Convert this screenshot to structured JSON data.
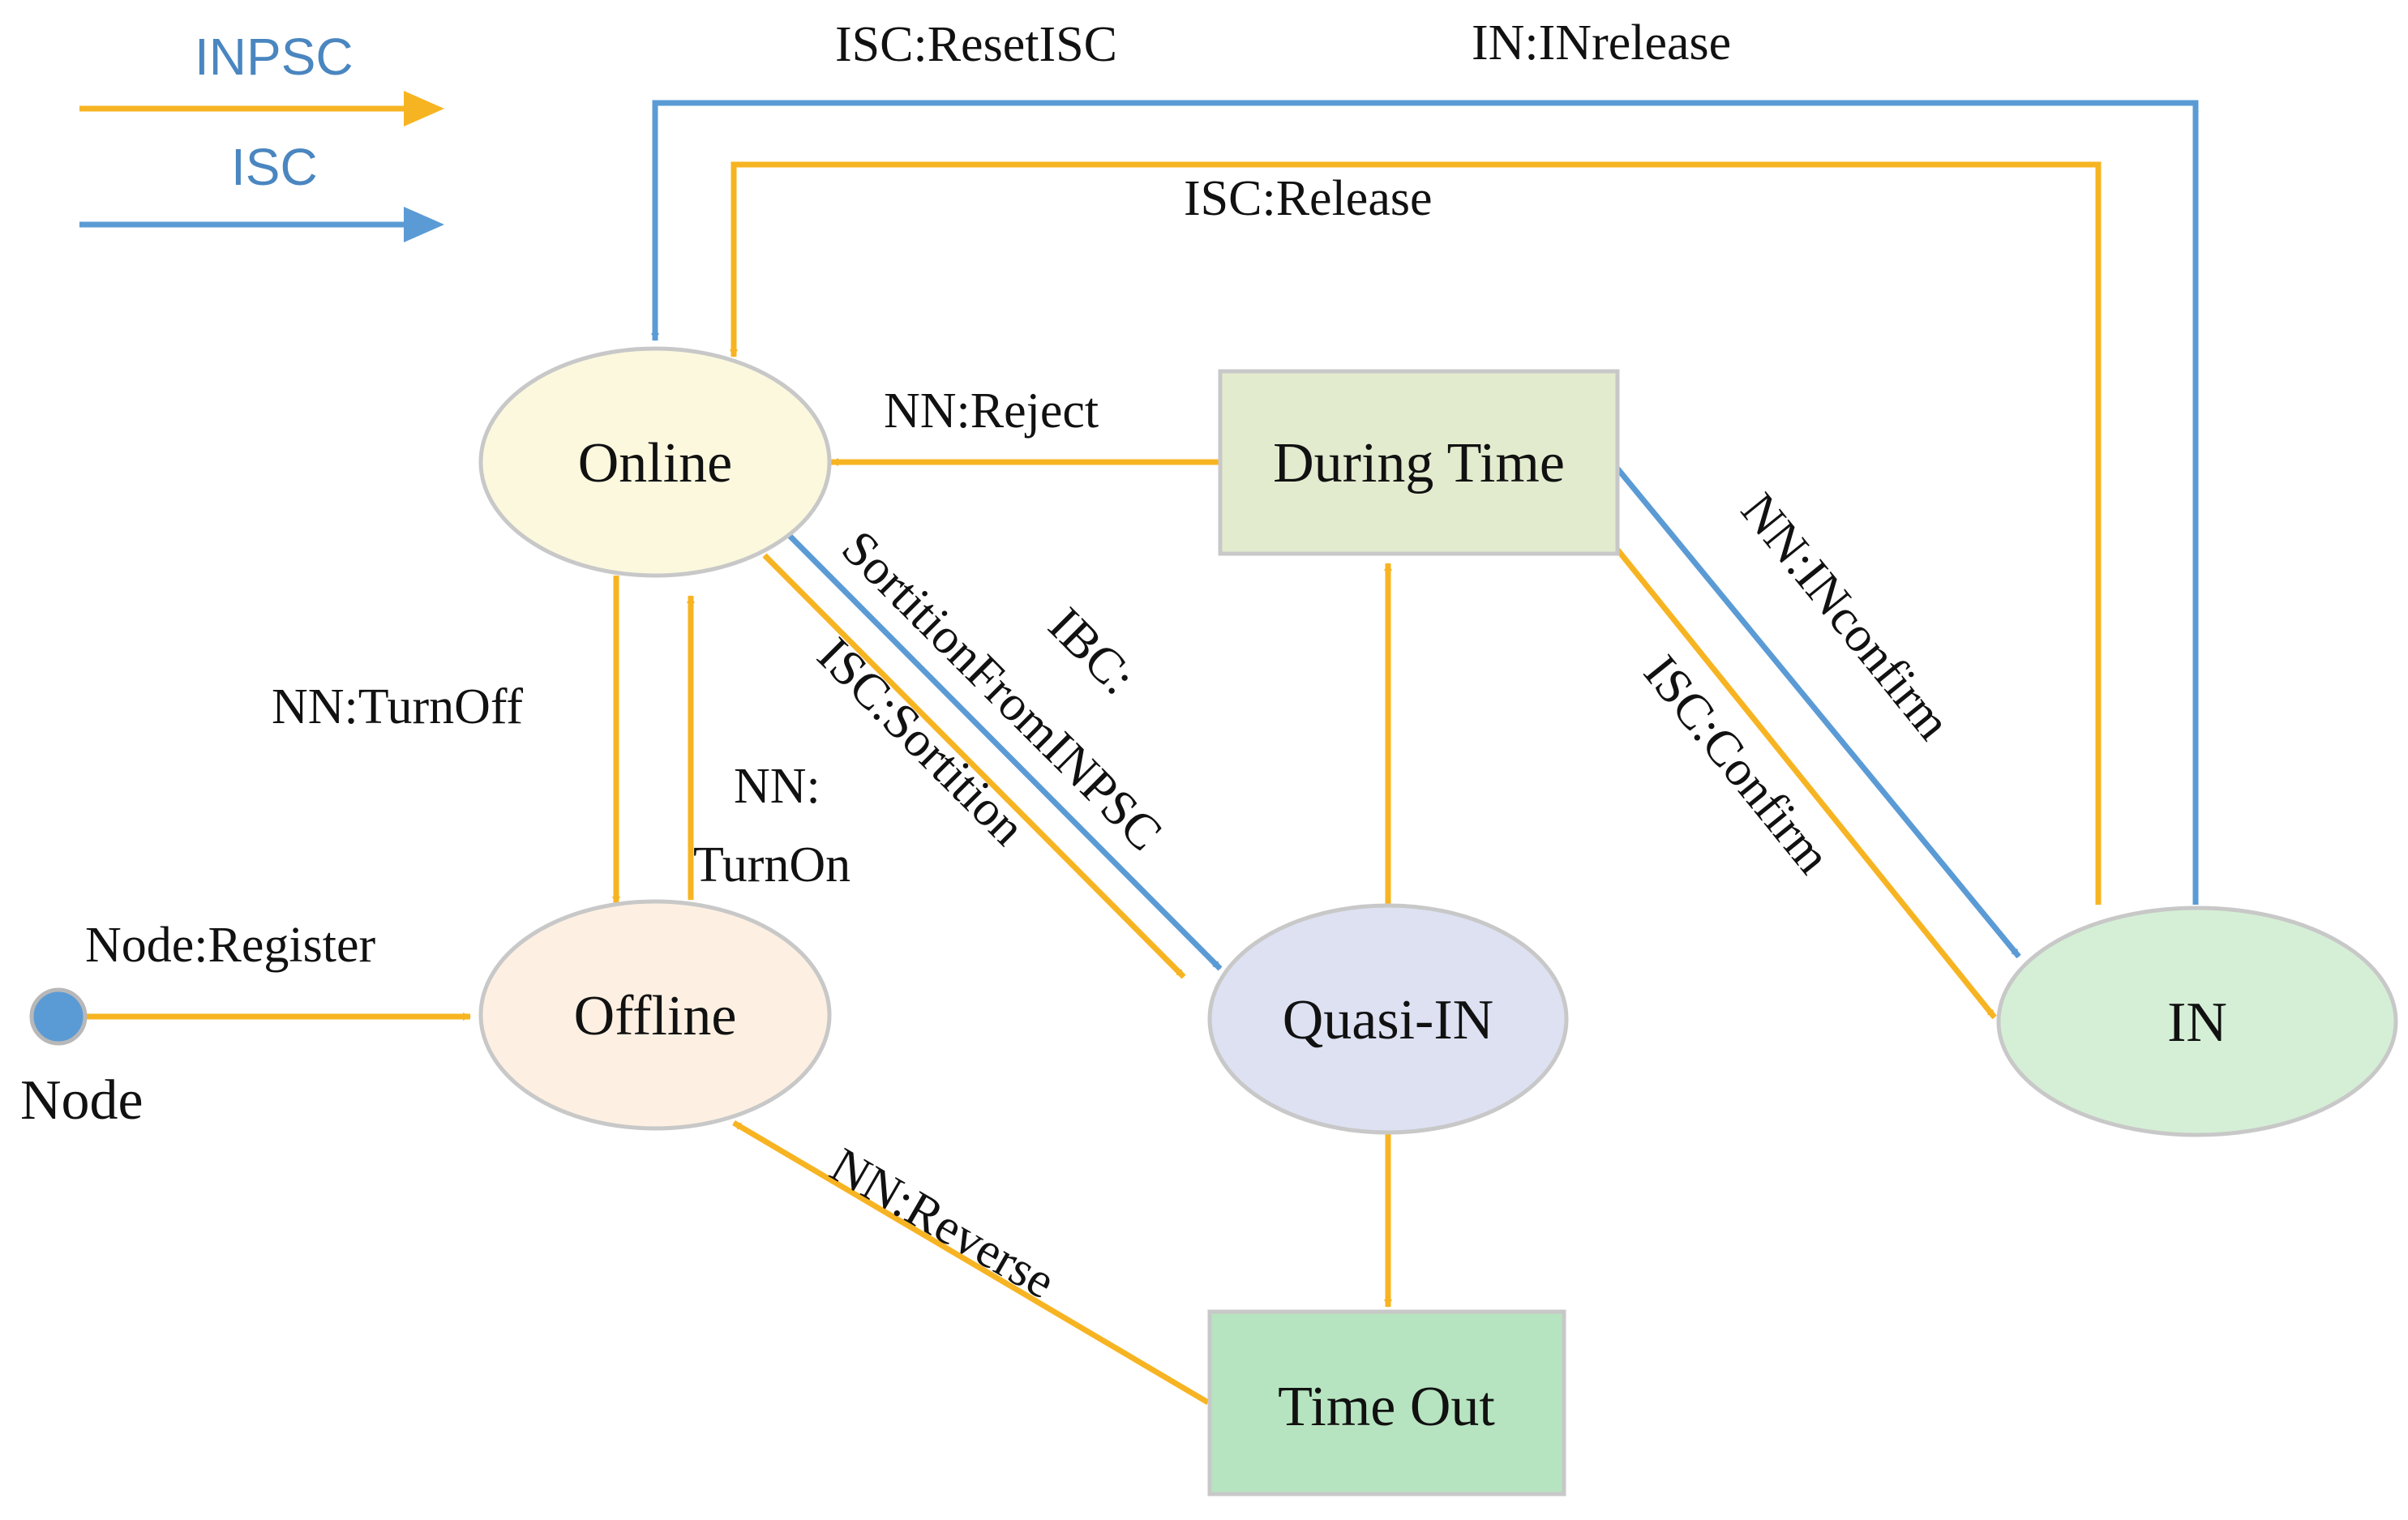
{
  "colors": {
    "inpsc": "#F7B422",
    "isc": "#5B9BD5",
    "legend_text": "#4A86C0",
    "online_fill": "#FBF8DE",
    "offline_fill": "#FDF0E2",
    "quasi_fill": "#DDE1F2",
    "in_fill": "#D5EFD6",
    "during_fill": "#E3EBCF",
    "timeout_fill": "#B7E4C0",
    "node_border": "#C8C8C8",
    "start_dot": "#5B9BD5"
  },
  "legend": [
    {
      "label": "INPSC",
      "color_key": "inpsc"
    },
    {
      "label": "ISC",
      "color_key": "isc"
    }
  ],
  "nodes": {
    "start": {
      "label": "Node"
    },
    "online": {
      "label": "Online"
    },
    "offline": {
      "label": "Offline"
    },
    "quasi_in": {
      "label": "Quasi-IN"
    },
    "in": {
      "label": "IN"
    },
    "during_time": {
      "label": "During Time"
    },
    "time_out": {
      "label": "Time Out"
    }
  },
  "edges": {
    "reset_isc": {
      "label": "ISC:ResetISC"
    },
    "in_release": {
      "label": "IN:INrelease"
    },
    "release": {
      "label": "ISC:Release"
    },
    "reject": {
      "label": "NN:Reject"
    },
    "turn_off": {
      "label": "NN:TurnOff"
    },
    "turn_on_1": {
      "label": "NN:"
    },
    "turn_on_2": {
      "label": "TurnOn"
    },
    "register": {
      "label": "Node:Register"
    },
    "sortition": {
      "label": "ISC:Sortition"
    },
    "ibc": {
      "label": "IBC:"
    },
    "sortition_from": {
      "label": "SortitionFromINPSC"
    },
    "in_confirm": {
      "label": "NN:INconfirm"
    },
    "confirm": {
      "label": "ISC:Confirm"
    },
    "reverse": {
      "label": "NN:Reverse"
    }
  }
}
